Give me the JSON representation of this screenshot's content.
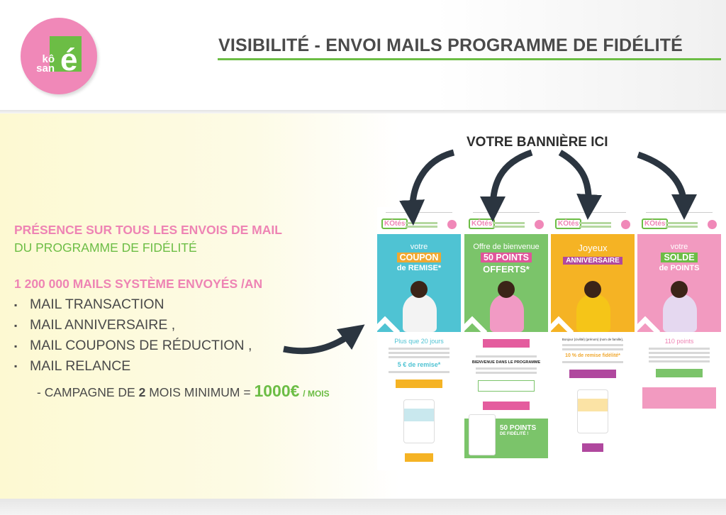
{
  "header": {
    "logo_text": "kôsanTé",
    "title": "VISIBILITÉ - ENVOI MAILS PROGRAMME DE FIDÉLITÉ"
  },
  "banner_label": "VOTRE BANNIÈRE ICI",
  "left": {
    "line1": "PRÉSENCE SUR TOUS LES ENVOIS DE MAIL",
    "line2": "DU PROGRAMME DE FIDÉLITÉ",
    "stat": "1 200 000 MAILS SYSTÈME ENVOYÉS /AN",
    "items": [
      "MAIL TRANSACTION",
      "MAIL ANNIVERSAIRE ,",
      "MAIL COUPONS DE RÉDUCTION ,",
      "MAIL RELANCE"
    ],
    "bullet": "▪",
    "campaign_pre": "- CAMPAGNE DE ",
    "campaign_num": "2",
    "campaign_post": " MOIS MINIMUM = ",
    "price": "1000€",
    "per": "/ MOIS"
  },
  "mails": [
    {
      "brand": "KÔtés",
      "l1": "votre",
      "hl": "COUPON",
      "l3": "de REMISE*",
      "bg": "#4fc3d3",
      "hlbg": "#f0a830",
      "h": "Plus que 20 jours",
      "offer": "5 € de remise*",
      "offer_color": "#4fc3d3"
    },
    {
      "brand": "KÔtés",
      "l1": "Offre de bienvenue",
      "hl": "50 POINTS",
      "l3": "OFFERTS*",
      "bg": "#7bc46a",
      "hlbg": "#e0559a",
      "h": "BIENVENUE DANS LE PROGRAMME",
      "bonus1": "50 POINTS",
      "bonus2": "DE FIDÉLITÉ !"
    },
    {
      "brand": "KÔtés",
      "l1": "Joyeux",
      "hl": "ANNIVERSAIRE",
      "l3": "",
      "bg": "#f5b324",
      "hlbg": "#b0489e",
      "h": "Bonjour {civilité} {prénom} {nom de famille},",
      "offer": "10 % de remise fidélité*",
      "offer_color": "#f0a830"
    },
    {
      "brand": "KÔtés",
      "l1": "votre",
      "hl": "SOLDE",
      "l3": "de POINTS",
      "bg": "#f29ac0",
      "hlbg": "#6cbd45",
      "h": "110 points"
    }
  ]
}
